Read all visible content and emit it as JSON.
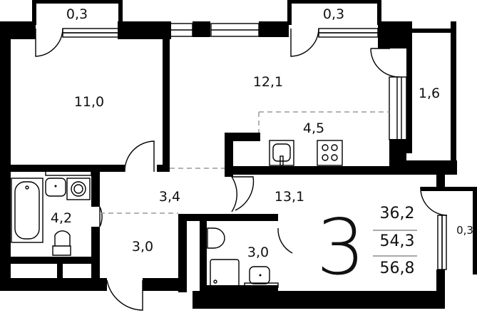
{
  "plan": {
    "rooms": [
      {
        "id": "balcony-1",
        "label": "0,3"
      },
      {
        "id": "bedroom",
        "label": "11,0"
      },
      {
        "id": "balcony-2",
        "label": "0,3"
      },
      {
        "id": "living",
        "label": "12,1"
      },
      {
        "id": "loggia",
        "label": "1,6"
      },
      {
        "id": "kitchen",
        "label": "4,5"
      },
      {
        "id": "hall",
        "label": "3,4"
      },
      {
        "id": "room-main",
        "label": "13,1"
      },
      {
        "id": "bathroom",
        "label": "4,2"
      },
      {
        "id": "corridor",
        "label": "3,0"
      },
      {
        "id": "wc",
        "label": "3,0"
      },
      {
        "id": "balcony-3",
        "label": "0,3"
      }
    ],
    "summary": {
      "rooms_count": "3",
      "living_area": "36,2",
      "total_area": "54,3",
      "total_area_with_balconies": "56,8"
    }
  }
}
